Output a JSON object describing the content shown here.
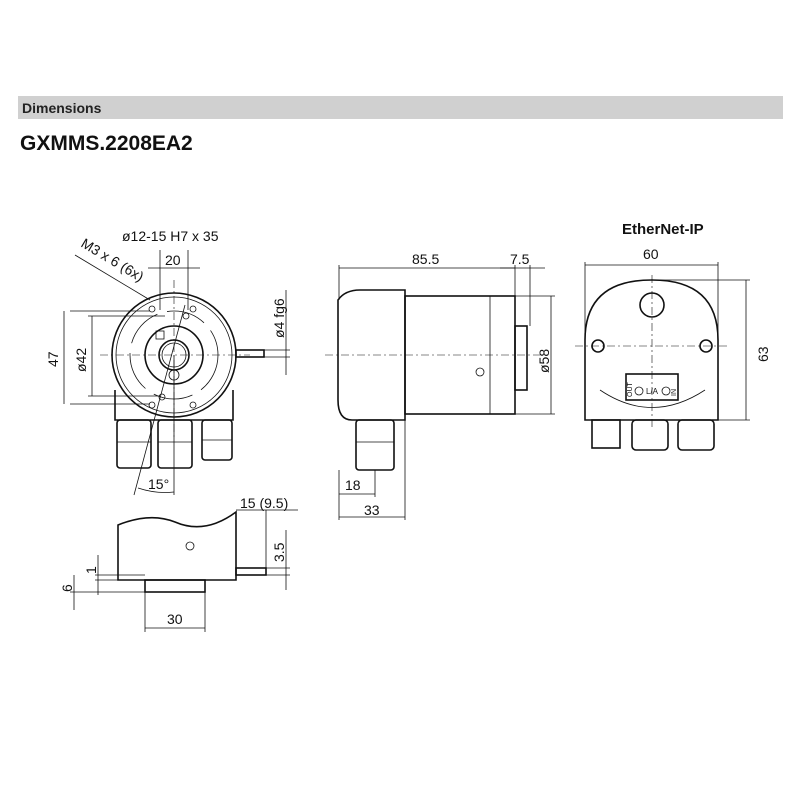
{
  "header": {
    "section_label": "Dimensions",
    "model": "GXMMS.2208EA2"
  },
  "front_view": {
    "shaft_bore": "ø12-15 H7 x 35",
    "width_20": "20",
    "thread": "M3 x 6 (6x)",
    "height_47": "47",
    "dia_42": "ø42",
    "pin": "ø4 fg6",
    "angle": "15°"
  },
  "side_view": {
    "length": "85.5",
    "flange": "7.5",
    "dia_58": "ø58",
    "dim_18": "18",
    "dim_33": "33"
  },
  "rear_view": {
    "interface": "EtherNet-IP",
    "width": "60",
    "height": "63",
    "led_out": "OUT",
    "led_la": "L/A",
    "led_in": "IN"
  },
  "bottom_view": {
    "pin_length": "15 (9.5)",
    "dim_3_5": "3.5",
    "dim_1": "1",
    "dim_6": "6",
    "dim_30": "30"
  }
}
